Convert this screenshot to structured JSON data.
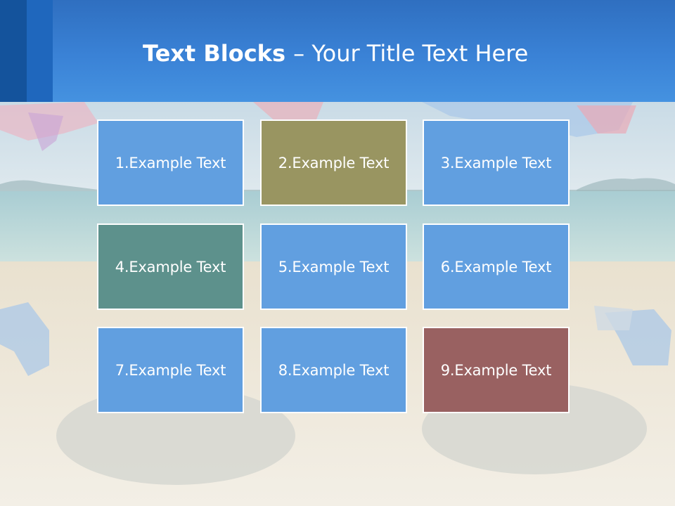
{
  "slide": {
    "title_strong": "Text Blocks",
    "title_rest": "– Your Title Text Here"
  },
  "blocks": [
    {
      "label": "1.Example Text",
      "color": "#619fe0"
    },
    {
      "label": "2.Example Text",
      "color": "#999561"
    },
    {
      "label": "3.Example Text",
      "color": "#619fe0"
    },
    {
      "label": "4.Example Text",
      "color": "#5d918c"
    },
    {
      "label": "5.Example Text",
      "color": "#619fe0"
    },
    {
      "label": "6.Example Text",
      "color": "#619fe0"
    },
    {
      "label": "7.Example Text",
      "color": "#619fe0"
    },
    {
      "label": "8.Example Text",
      "color": "#619fe0"
    },
    {
      "label": "9.Example Text",
      "color": "#996161"
    }
  ],
  "colors": {
    "header": "#3a82d6",
    "header_dark_stripe": "#14539c",
    "header_mid_stripe": "#1f67bd"
  }
}
